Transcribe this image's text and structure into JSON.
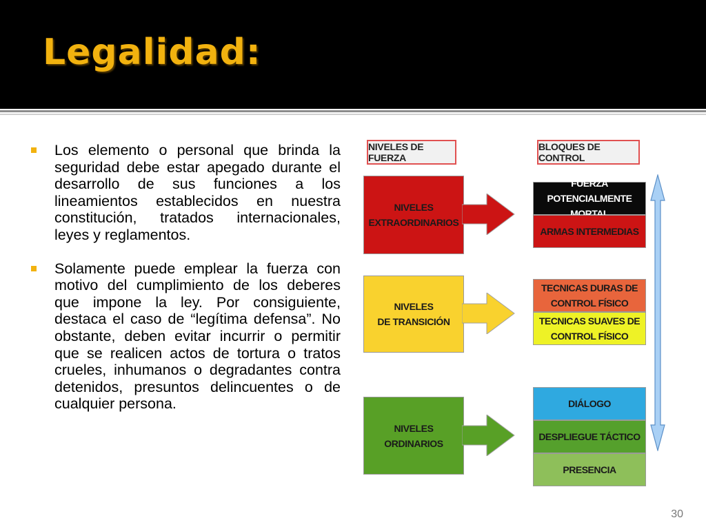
{
  "slide": {
    "title": "Legalidad:",
    "page_number": "30",
    "accent_color": "#f2b20f"
  },
  "bullets": [
    {
      "text": "Los elemento o personal que brinda la seguridad debe estar apegado durante el desarrollo de sus funciones a los lineamientos establecidos en nuestra constitución, tratados internacionales, leyes y reglamentos."
    },
    {
      "text": "Solamente puede emplear la fuerza con motivo del cumplimiento de los deberes que impone la ley. Por consiguiente, destaca el caso de “legítima defensa”. No obstante, deben evitar incurrir o permitir que se realicen actos de tortura o tratos crueles, inhumanos o degradantes contra detenidos, presuntos delincuentes o de cualquier persona."
    }
  ],
  "diagram": {
    "levels_header": "NIVELES DE FUERZA",
    "blocks_header": "BLOQUES DE CONTROL",
    "levels": [
      {
        "label": "NIVELES\nEXTRAORDINARIOS",
        "color": "#cc1414"
      },
      {
        "label": "NIVELES\nDE TRANSICIÓN",
        "color": "#f9d22e"
      },
      {
        "label": "NIVELES\nORDINARIOS",
        "color": "#58a026"
      }
    ],
    "blocks": [
      {
        "label": "FUERZA  POTENCIALMENTE\nMORTAL",
        "color": "#0a0a0a",
        "text_color": "#ffffff"
      },
      {
        "label": "ARMAS INTERMEDIAS",
        "color": "#cc1414",
        "text_color": "#1a1a1a"
      },
      {
        "label": "TECNICAS DURAS DE\nCONTROL FÍSICO",
        "color": "#e8653c",
        "text_color": "#1a1a1a"
      },
      {
        "label": "TECNICAS SUAVES DE\nCONTROL FÍSICO",
        "color": "#eef226",
        "text_color": "#1a1a1a"
      },
      {
        "label": "DIÁLOGO",
        "color": "#2fa9e0",
        "text_color": "#1a1a1a"
      },
      {
        "label": "DESPLIEGUE TÁCTICO",
        "color": "#55a02c",
        "text_color": "#1a1a1a"
      },
      {
        "label": "PRESENCIA",
        "color": "#8ebf5a",
        "text_color": "#1a1a1a"
      }
    ]
  }
}
